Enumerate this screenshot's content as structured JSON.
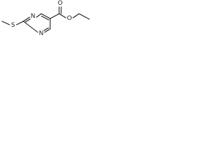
{
  "structure": {
    "atoms": {
      "sulfur": "S",
      "nitrogen_1": "N",
      "nitrogen_3": "N",
      "carbonyl_oxygen": "O",
      "ester_oxygen": "O"
    }
  }
}
